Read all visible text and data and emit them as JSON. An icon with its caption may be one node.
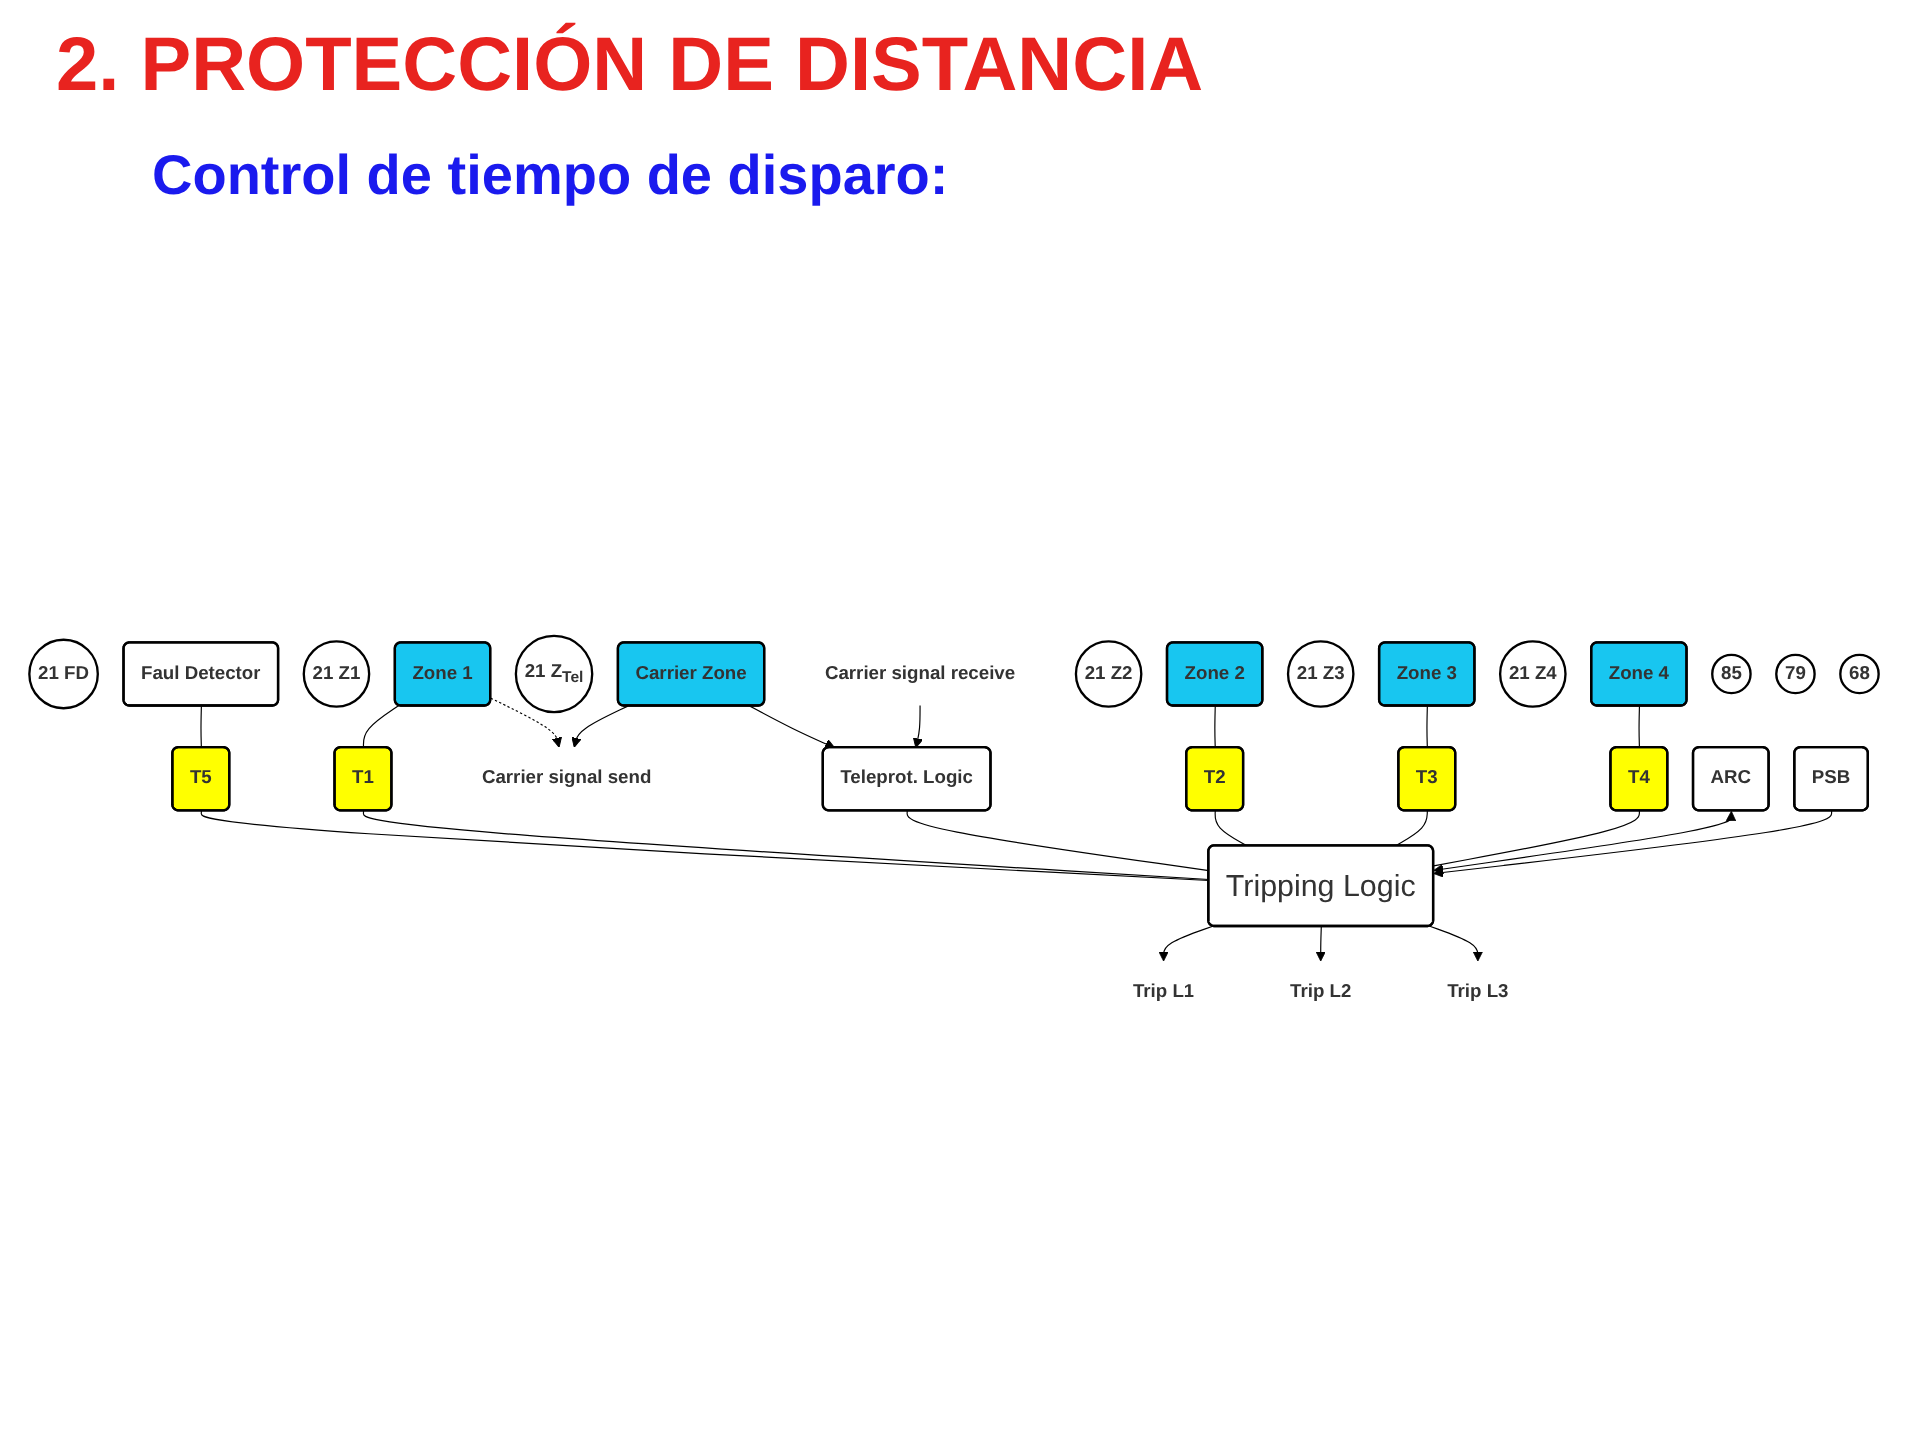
{
  "diagram": {
    "title": "2. PROTECCIÓN DE DISTANCIA",
    "nodes": [
      {
        "text": [
          "21 FD"
        ]
      },
      {
        "text": [
          "Faul Detector"
        ]
      },
      {
        "text": [
          "T5"
        ]
      },
      {
        "text": [
          "21 Z1"
        ]
      },
      {
        "text": [
          "Zone 1"
        ]
      },
      {
        "text": [
          "21 Z$_{Tel}$"
        ]
      },
      {
        "text": [
          "Carrier Zone"
        ]
      },
      {
        "text": [
          "Carrier signal receive"
        ]
      },
      {
        "text": [
          "21 Z2"
        ]
      },
      {
        "text": [
          "Zone 2"
        ]
      },
      {
        "text": [
          "21 Z3"
        ]
      },
      {
        "text": [
          "Zone 3"
        ]
      },
      {
        "text": [
          "21 Z4"
        ]
      },
      {
        "text": [
          "Zone 4"
        ]
      },
      {
        "text": [
          "T1"
        ]
      },
      {
        "text": [
          "Carrier signal send"
        ]
      },
      {
        "text": [
          "85"
        ]
      },
      {
        "text": [
          "Teleprot. Logic"
        ]
      },
      {
        "text": [
          "T2"
        ]
      },
      {
        "text": [
          "T3"
        ]
      },
      {
        "text": [
          "T4"
        ]
      },
      {
        "text": [
          "79"
        ]
      },
      {
        "text": [
          "ARC"
        ]
      },
      {
        "text": [
          "68"
        ]
      },
      {
        "text": [
          "PSB"
        ]
      },
      {
        "text": [
          "Tripping Logic"
        ]
      },
      {
        "text": [
          "Trip L1"
        ]
      },
      {
        "text": [
          "Trip L2"
        ]
      },
      {
        "text": [
          "Trip L3"
        ]
      }
    ],
    "edges": [
      {
        "from": 1,
        "to": 2,
        "arrow": "none"
      },
      {
        "from": 2,
        "to": 25,
        "arrow": "none"
      },
      {
        "from": 4,
        "to": 14,
        "arrow": "none"
      },
      {
        "from": 14,
        "to": 25,
        "arrow": "none"
      },
      {
        "from": 4,
        "to": 15,
        "arrow": "to",
        "style": "dashed"
      },
      {
        "from": 6,
        "to": 15,
        "arrow": "to"
      },
      {
        "from": 6,
        "to": 17,
        "arrow": "to"
      },
      {
        "from": 7,
        "to": 17,
        "arrow": "to"
      },
      {
        "from": 17,
        "to": 25,
        "arrow": "none"
      },
      {
        "from": 9,
        "to": 18,
        "arrow": "none"
      },
      {
        "from": 18,
        "to": 25,
        "arrow": "none"
      },
      {
        "from": 11,
        "to": 19,
        "arrow": "none"
      },
      {
        "from": 19,
        "to": 25,
        "arrow": "none"
      },
      {
        "from": 13,
        "to": 20,
        "arrow": "none"
      },
      {
        "from": 20,
        "to": 25,
        "arrow": "none"
      },
      {
        "from": 22,
        "to": 25,
        "arrow": "both"
      },
      {
        "from": 24,
        "to": 25,
        "arrow": "to"
      },
      {
        "from": 25,
        "to": 26,
        "arrow": "to"
      },
      {
        "from": 25,
        "to": 27,
        "arrow": "to"
      },
      {
        "from": 25,
        "to": 28,
        "arrow": "to"
      }
    ],
    "labels": [
      "Control de tiempo de disparo:"
    ]
  }
}
